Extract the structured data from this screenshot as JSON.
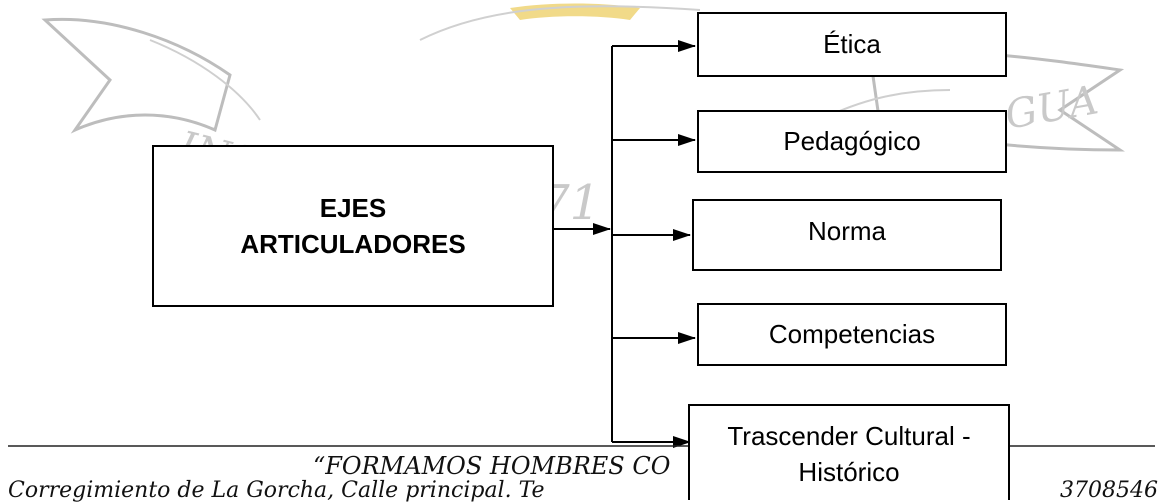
{
  "diagram": {
    "main_node": {
      "line1": "EJES",
      "line2": "ARTICULADORES"
    },
    "branches": [
      {
        "label": "Ética"
      },
      {
        "label": "Pedagógico"
      },
      {
        "label": "Norma"
      },
      {
        "label": "Competencias"
      },
      {
        "label": "Trascender Cultural - Histórico"
      }
    ]
  },
  "watermark": {
    "text_left": "INST",
    "year": "1971",
    "text_right": "GUA",
    "colors": {
      "stroke": "#bdbdbd",
      "ribbon": "#d8d8d8",
      "accent": "#e9c64a"
    }
  },
  "footer": {
    "motto": "“FORMAMOS HOMBRES CO",
    "address_left": "Corregimiento de La Gorcha, Calle principal. Te",
    "address_right": "3708546"
  }
}
